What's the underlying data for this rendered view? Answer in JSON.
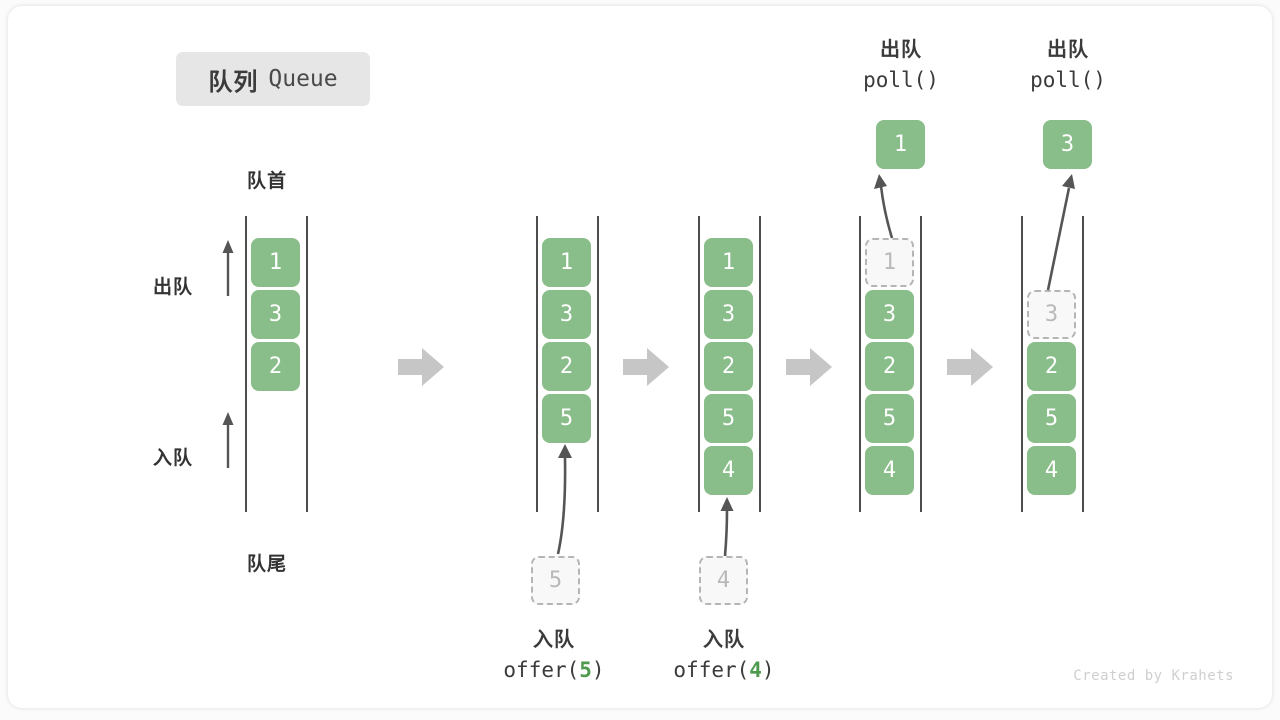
{
  "title": {
    "cn": "队列",
    "en": "Queue"
  },
  "labels": {
    "head": "队首",
    "tail": "队尾",
    "dequeue": "出队",
    "enqueue": "入队"
  },
  "operations": [
    {
      "id": "offer-5",
      "cn": "入队",
      "fn": "offer(",
      "arg": "5",
      "close": ")"
    },
    {
      "id": "offer-4",
      "cn": "入队",
      "fn": "offer(",
      "arg": "4",
      "close": ")"
    },
    {
      "id": "poll-1",
      "cn": "出队",
      "fn": "poll()",
      "arg": "",
      "close": ""
    },
    {
      "id": "poll-2",
      "cn": "出队",
      "fn": "poll()",
      "arg": "",
      "close": ""
    }
  ],
  "columns": [
    {
      "id": "initial",
      "cells": [
        {
          "value": "1",
          "state": "filled"
        },
        {
          "value": "3",
          "state": "filled"
        },
        {
          "value": "2",
          "state": "filled"
        }
      ]
    },
    {
      "id": "after-offer-5",
      "cells": [
        {
          "value": "1",
          "state": "filled"
        },
        {
          "value": "3",
          "state": "filled"
        },
        {
          "value": "2",
          "state": "filled"
        },
        {
          "value": "5",
          "state": "filled"
        }
      ]
    },
    {
      "id": "after-offer-4",
      "cells": [
        {
          "value": "1",
          "state": "filled"
        },
        {
          "value": "3",
          "state": "filled"
        },
        {
          "value": "2",
          "state": "filled"
        },
        {
          "value": "5",
          "state": "filled"
        },
        {
          "value": "4",
          "state": "filled"
        }
      ]
    },
    {
      "id": "during-poll-1",
      "cells": [
        {
          "value": "1",
          "state": "ghost"
        },
        {
          "value": "3",
          "state": "filled"
        },
        {
          "value": "2",
          "state": "filled"
        },
        {
          "value": "5",
          "state": "filled"
        },
        {
          "value": "4",
          "state": "filled"
        }
      ]
    },
    {
      "id": "during-poll-2",
      "cells": [
        {
          "value": "",
          "state": "empty"
        },
        {
          "value": "3",
          "state": "ghost"
        },
        {
          "value": "2",
          "state": "filled"
        },
        {
          "value": "5",
          "state": "filled"
        },
        {
          "value": "4",
          "state": "filled"
        }
      ]
    }
  ],
  "pending": [
    {
      "id": "pending-5",
      "value": "5"
    },
    {
      "id": "pending-4",
      "value": "4"
    }
  ],
  "popped": [
    {
      "id": "popped-1",
      "value": "1"
    },
    {
      "id": "popped-3",
      "value": "3"
    }
  ],
  "footer": "Created by Krahets",
  "colors": {
    "cell_fill": "#89bd89",
    "ghost_border": "#b5b5b5",
    "rail": "#4d4d4d",
    "flow_arrow": "#c6c6c6",
    "badge_bg": "#e6e6e6"
  }
}
